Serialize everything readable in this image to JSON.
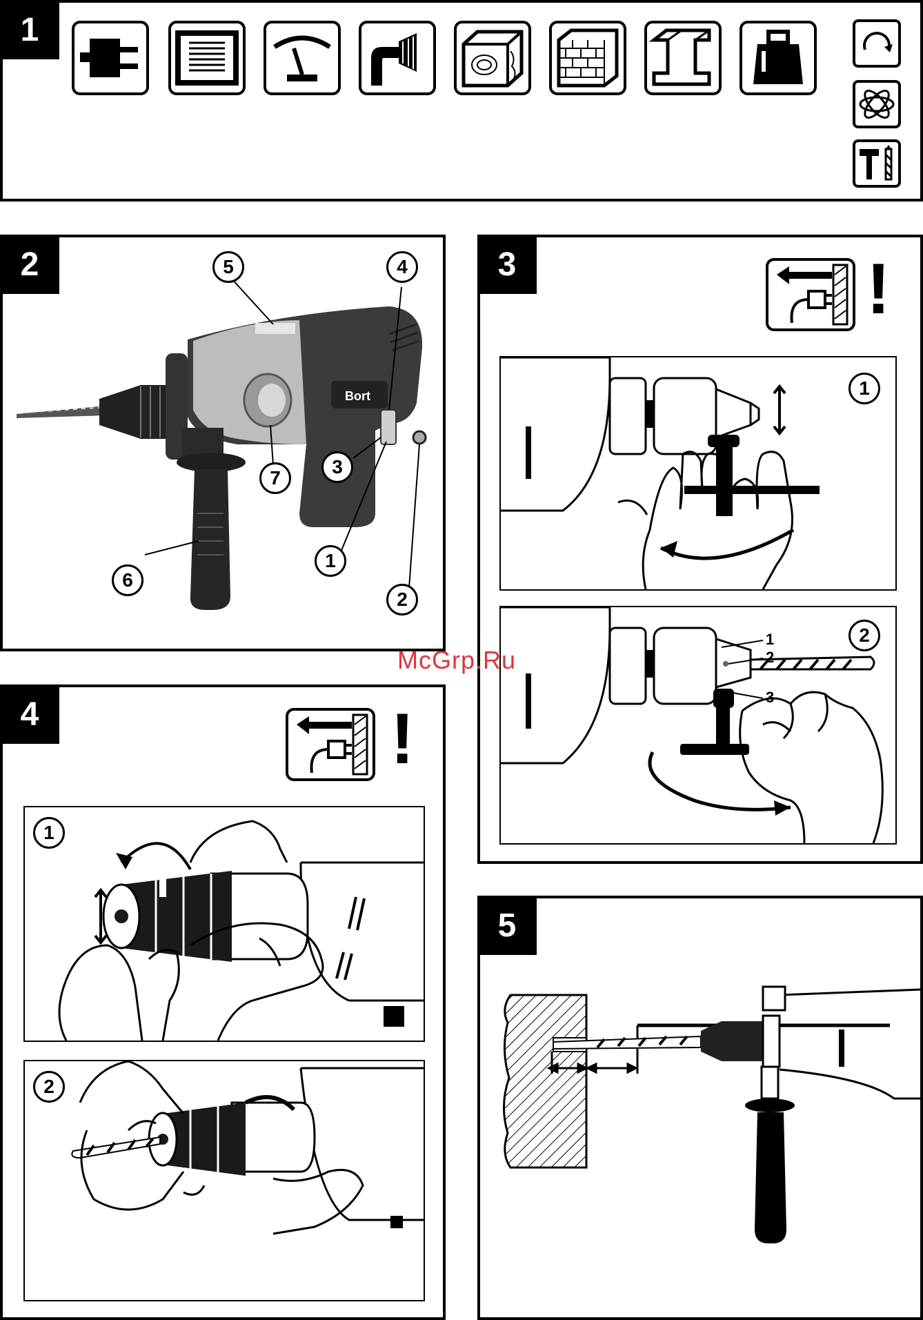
{
  "panels": {
    "p1": {
      "number": "1"
    },
    "p2": {
      "number": "2",
      "callouts": [
        "5",
        "4",
        "3",
        "7",
        "1",
        "6",
        "2"
      ],
      "brand": "Bort"
    },
    "p3": {
      "number": "3",
      "frame_labels": [
        "1",
        "2"
      ],
      "part_labels": [
        "1",
        "2",
        "3"
      ],
      "warning": "!"
    },
    "p4": {
      "number": "4",
      "frame_labels": [
        "1",
        "2"
      ],
      "warning": "!"
    },
    "p5": {
      "number": "5"
    }
  },
  "icons": {
    "top_row": [
      "plug-icon",
      "motor-icon",
      "gauge-icon",
      "drill-chuck-icon",
      "wood-icon",
      "brick-icon",
      "steel-beam-icon",
      "weight-icon"
    ],
    "side_column": [
      "rotation-icon",
      "vibration-icon",
      "hammer-drill-icon"
    ]
  },
  "watermark": "McGrp.Ru"
}
